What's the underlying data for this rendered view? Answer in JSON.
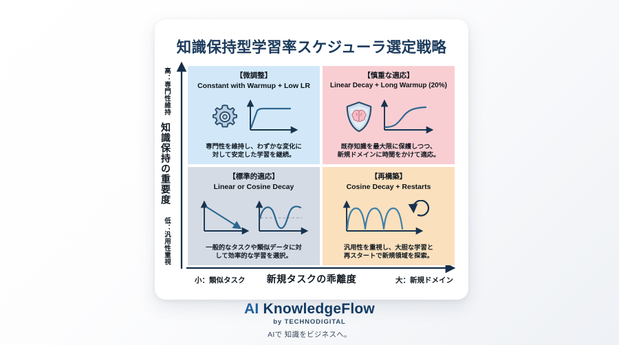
{
  "card": {
    "title": "知識保持型学習率スケジューラ選定戦略"
  },
  "axes": {
    "y": {
      "top": "高：専門性維持",
      "title": "知識保持の重要度",
      "bottom": "低：汎用性重視"
    },
    "x": {
      "left": "小：類似タスク",
      "title": "新規タスクの乖離度",
      "right": "大：新規ドメイン"
    }
  },
  "quadrants": [
    {
      "id": "top-left",
      "heading": "【微調整】",
      "subheading": "Constant with Warmup + Low LR",
      "description": "専門性を維持し、わずかな変化に\n対して安定した学習を継続。",
      "bg_color": "#d2e8f8",
      "icon": "gear-icon",
      "chart": "warmup-constant-curve"
    },
    {
      "id": "top-right",
      "heading": "【慎重な適応】",
      "subheading": "Linear Decay + Long Warmup (20%)",
      "description": "既存知識を最大限に保護しつつ、\n新規ドメインに時間をかけて適応。",
      "bg_color": "#f9ced2",
      "icon": "shield-brain-icon",
      "chart": "s-curve"
    },
    {
      "id": "bottom-left",
      "heading": "【標準的適応】",
      "subheading": "Linear or Cosine Decay",
      "description": "一般的なタスクや類似データに対\nして効率的な学習を選択。",
      "bg_color": "#d5dbe4",
      "icon": "none",
      "chart": "linear-decay-and-cosine"
    },
    {
      "id": "bottom-right",
      "heading": "【再構築】",
      "subheading": "Cosine Decay + Restarts",
      "description": "汎用性を重視し、大胆な学習と\n再スタートで新規領域を探索。",
      "bg_color": "#fbe0bd",
      "icon": "restart-arrow-icon",
      "chart": "cosine-restarts"
    }
  ],
  "footer": {
    "brand_prefix": "AI ",
    "brand_main": "KnowledgeFlow",
    "byline": "by TECHNODIGITAL",
    "tagline": "AIで 知識をビジネスへ。"
  },
  "colors": {
    "title": "#1b3a5c",
    "brand": "#1f5f9e",
    "curve": "#2d6690",
    "axis": "#152f4a"
  }
}
